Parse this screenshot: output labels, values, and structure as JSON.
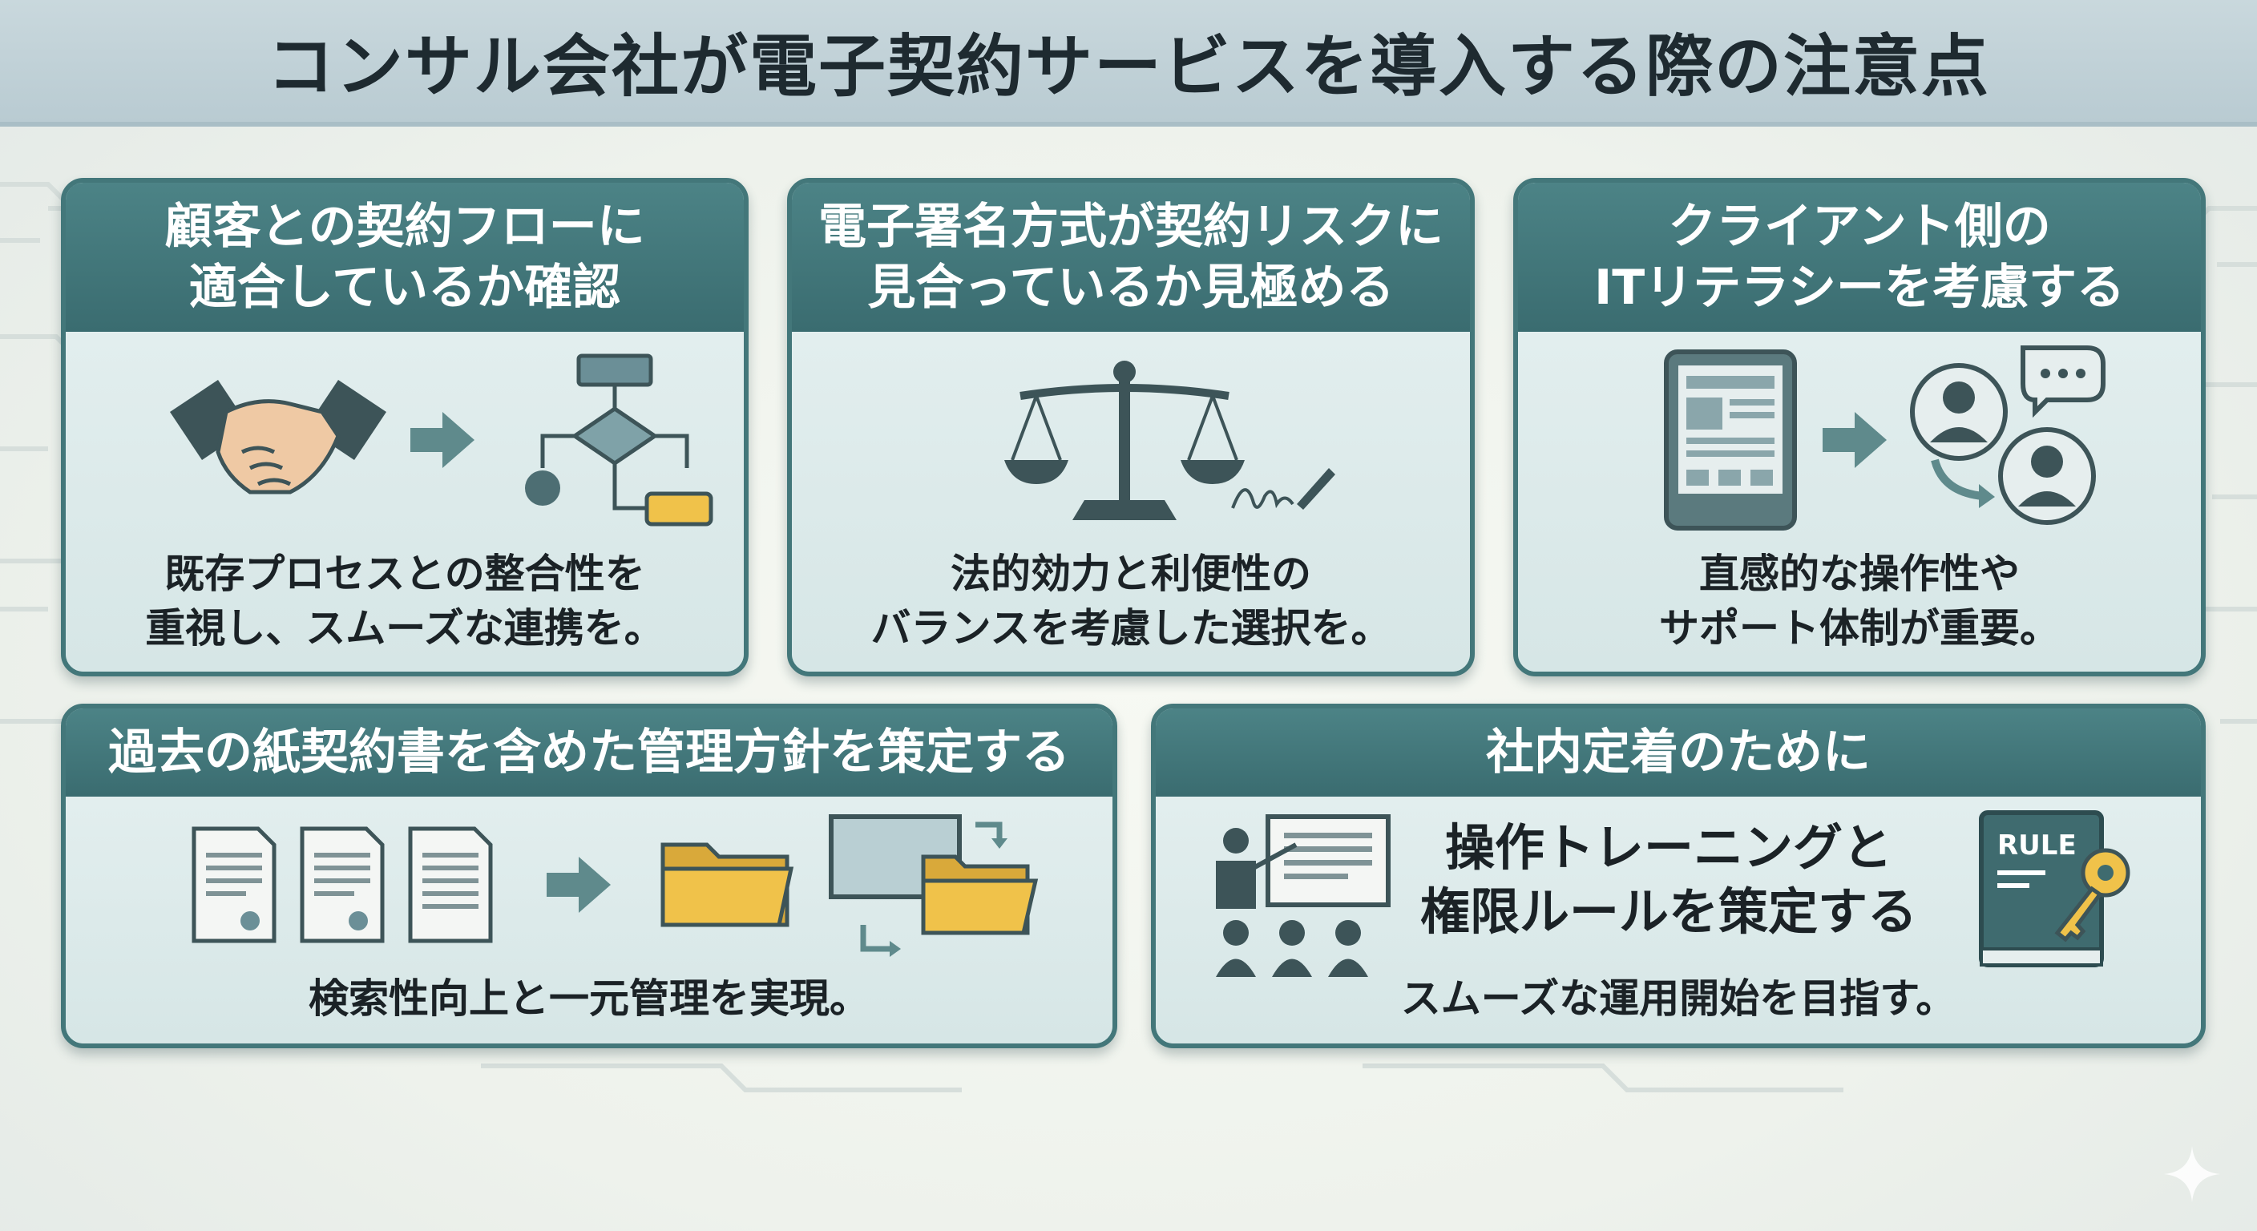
{
  "title": "コンサル会社が電子契約サービスを導入する際の注意点",
  "cards": [
    {
      "heading": [
        "顧客との契約フローに",
        "適合しているか確認"
      ],
      "caption": [
        "既存プロセスとの整合性を",
        "重視し、スムーズな連携を。"
      ],
      "icons": [
        "handshake-icon",
        "arrow-right-icon",
        "flowchart-icon"
      ]
    },
    {
      "heading": [
        "電子署名方式が契約リスクに",
        "見合っているか見極める"
      ],
      "caption": [
        "法的効力と利便性の",
        "バランスを考慮した選択を。"
      ],
      "icons": [
        "scales-icon",
        "signature-pen-icon"
      ]
    },
    {
      "heading": [
        "クライアント側の",
        "ITリテラシーを考慮する"
      ],
      "caption": [
        "直感的な操作性や",
        "サポート体制が重要。"
      ],
      "icons": [
        "tablet-icon",
        "arrow-right-icon",
        "users-chat-icon"
      ]
    },
    {
      "heading": [
        "過去の紙契約書を含めた管理方針を策定する"
      ],
      "caption": [
        "検索性向上と一元管理を実現。"
      ],
      "icons": [
        "documents-icon",
        "arrow-right-icon",
        "folder-icon",
        "folder-sync-icon"
      ]
    },
    {
      "heading": [
        "社内定着のために"
      ],
      "main_text": [
        "操作トレーニングと",
        "権限ルールを策定する"
      ],
      "caption": [
        "スムーズな運用開始を目指す。"
      ],
      "rule_book_label": "RULE",
      "icons": [
        "training-presentation-icon",
        "rule-book-key-icon"
      ]
    }
  ],
  "colors": {
    "header_teal": "#3f7174",
    "card_body": "#dde9e8",
    "accent_yellow": "#f0c24a",
    "icon_dark": "#3d5458"
  }
}
